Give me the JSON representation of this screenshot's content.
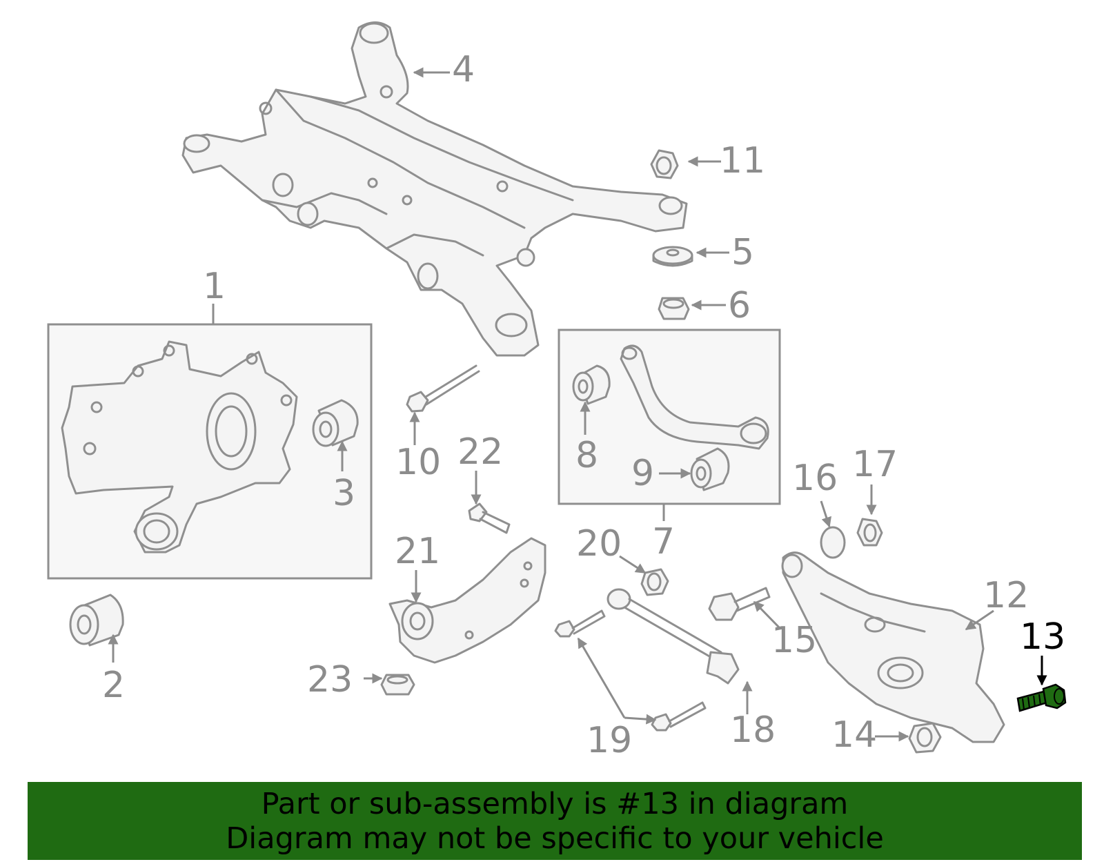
{
  "callouts": {
    "c1": "1",
    "c2": "2",
    "c3": "3",
    "c4": "4",
    "c5": "5",
    "c6": "6",
    "c7": "7",
    "c8": "8",
    "c9": "9",
    "c10": "10",
    "c11": "11",
    "c12": "12",
    "c13": "13",
    "c14": "14",
    "c15": "15",
    "c16": "16",
    "c17": "17",
    "c18": "18",
    "c19": "19",
    "c20": "20",
    "c21": "21",
    "c22": "22",
    "c23": "23"
  },
  "highlight": {
    "part_number": "13",
    "color": "#1f6b12"
  },
  "banner": {
    "line1": "Part or sub-assembly is #13 in diagram",
    "line2": "Diagram may not be specific to your vehicle",
    "background": "#1f6b12"
  }
}
